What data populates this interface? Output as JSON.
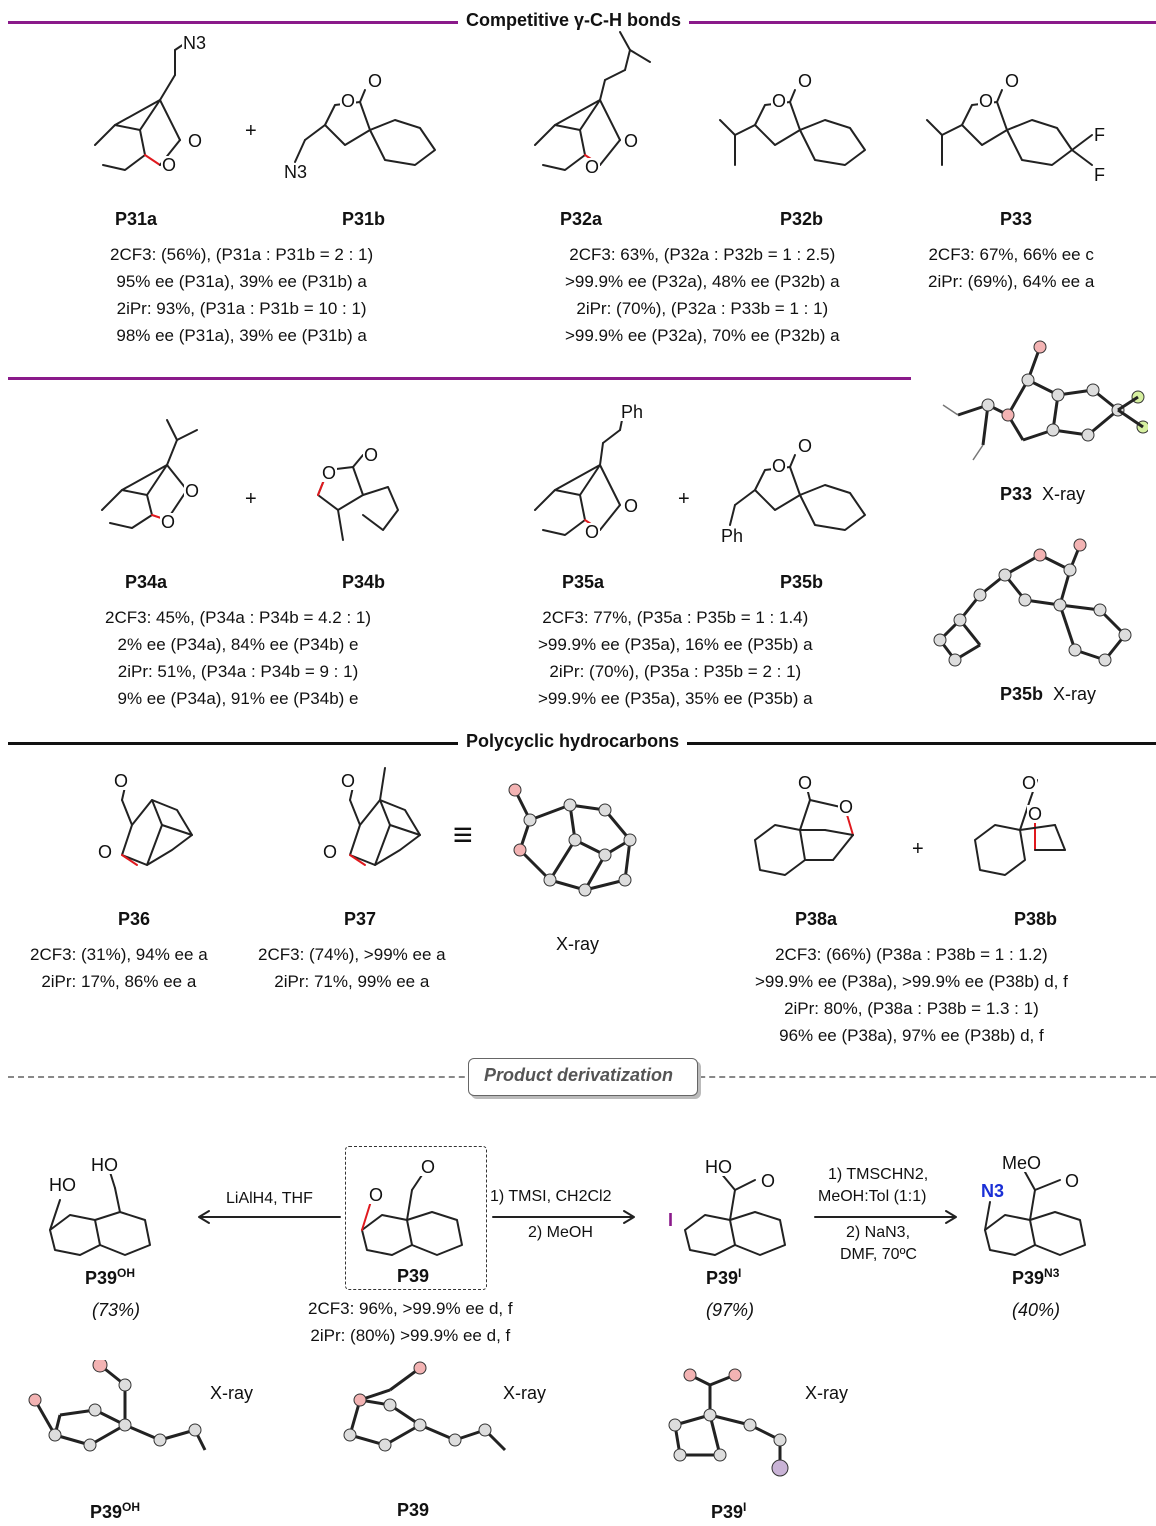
{
  "headers": {
    "competitive": "Competitive γ-C-H bonds",
    "polycyclic": "Polycyclic hydrocarbons",
    "derivatization": "Product derivatization"
  },
  "colors": {
    "purple": "#8a1a8a",
    "black": "#111111",
    "red": "#e0191e",
    "blue": "#1a2fd6"
  },
  "labels": {
    "p31a": "P31a",
    "p31b": "P31b",
    "p32a": "P32a",
    "p32b": "P32b",
    "p33": "P33",
    "p34a": "P34a",
    "p34b": "P34b",
    "p35a": "P35a",
    "p35b": "P35b",
    "p36": "P36",
    "p37": "P37",
    "p38a": "P38a",
    "p38b": "P38b",
    "p39": "P39",
    "p39oh": "P39",
    "p39i": "P39",
    "p39n3": "P39",
    "sup_oh": "OH",
    "sup_i": "I",
    "sup_n3": "N3"
  },
  "atoms": {
    "n3": "N3",
    "o": "O",
    "f": "F",
    "ph": "Ph",
    "ho": "HO",
    "meo": "MeO",
    "i": "I"
  },
  "plus": "+",
  "equiv": "≡",
  "xray": "X-ray",
  "conditions": {
    "p31": [
      "2CF3: (56%), (P31a : P31b = 2 : 1)",
      "95% ee (P31a), 39% ee (P31b) a",
      "2iPr: 93%, (P31a : P31b = 10 : 1)",
      "98% ee (P31a), 39% ee (P31b) a"
    ],
    "p32": [
      "2CF3: 63%, (P32a : P32b = 1 : 2.5)",
      ">99.9% ee (P32a), 48% ee (P32b) a",
      "2iPr: (70%), (P32a : P33b = 1 : 1)",
      ">99.9% ee (P32a), 70% ee (P32b) a"
    ],
    "p33": [
      "2CF3: 67%, 66% ee c",
      "2iPr: (69%), 64% ee a"
    ],
    "p34": [
      "2CF3: 45%, (P34a : P34b = 4.2 : 1)",
      "2% ee (P34a), 84% ee (P34b) e",
      "2iPr: 51%, (P34a : P34b = 9 : 1)",
      "9% ee (P34a), 91% ee (P34b) e"
    ],
    "p35": [
      "2CF3: 77%, (P35a : P35b = 1 : 1.4)",
      ">99.9% ee (P35a), 16% ee (P35b) a",
      "2iPr: (70%), (P35a : P35b = 2 : 1)",
      ">99.9% ee (P35a), 35% ee (P35b) a"
    ],
    "p36": [
      "2CF3: (31%), 94% ee a",
      "2iPr: 17%, 86% ee a"
    ],
    "p37": [
      "2CF3: (74%), >99% ee a",
      "2iPr: 71%, 99% ee a"
    ],
    "p38": [
      "2CF3: (66%) (P38a : P38b = 1 : 1.2)",
      ">99.9% ee (P38a), >99.9% ee (P38b) d, f",
      "2iPr: 80%, (P38a : P38b = 1.3 : 1)",
      "96% ee (P38a), 97% ee (P38b) d, f"
    ],
    "p39": [
      "2CF3: 96%, >99.9% ee d, f",
      "2iPr: (80%) >99.9% ee d, f"
    ]
  },
  "reagents": {
    "lialh4": "LiAlH4, THF",
    "tmsi_1": "1) TMSI, CH2Cl2",
    "tmsi_2": "2) MeOH",
    "n3_1": "1) TMSCHN2,",
    "n3_2": "MeOH:Tol (1:1)",
    "n3_3": "2) NaN3,",
    "n3_4": "DMF, 70ºC"
  },
  "yields": {
    "p39oh": "(73%)",
    "p39i": "(97%)",
    "p39n3": "(40%)"
  }
}
